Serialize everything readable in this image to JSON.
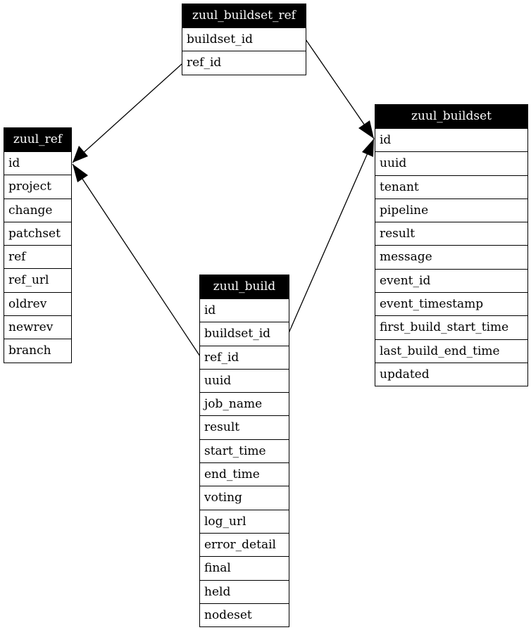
{
  "tables": {
    "zuul_buildset_ref": {
      "name": "zuul_buildset_ref",
      "columns": [
        "buildset_id",
        "ref_id"
      ]
    },
    "zuul_ref": {
      "name": "zuul_ref",
      "columns": [
        "id",
        "project",
        "change",
        "patchset",
        "ref",
        "ref_url",
        "oldrev",
        "newrev",
        "branch"
      ]
    },
    "zuul_buildset": {
      "name": "zuul_buildset",
      "columns": [
        "id",
        "uuid",
        "tenant",
        "pipeline",
        "result",
        "message",
        "event_id",
        "event_timestamp",
        "first_build_start_time",
        "last_build_end_time",
        "updated"
      ]
    },
    "zuul_build": {
      "name": "zuul_build",
      "columns": [
        "id",
        "buildset_id",
        "ref_id",
        "uuid",
        "job_name",
        "result",
        "start_time",
        "end_time",
        "voting",
        "log_url",
        "error_detail",
        "final",
        "held",
        "nodeset"
      ]
    }
  },
  "relations": [
    {
      "from": "zuul_buildset_ref.ref_id",
      "to": "zuul_ref.id"
    },
    {
      "from": "zuul_buildset_ref.buildset_id",
      "to": "zuul_buildset.id"
    },
    {
      "from": "zuul_build.ref_id",
      "to": "zuul_ref.id"
    },
    {
      "from": "zuul_build.buildset_id",
      "to": "zuul_buildset.id"
    }
  ]
}
